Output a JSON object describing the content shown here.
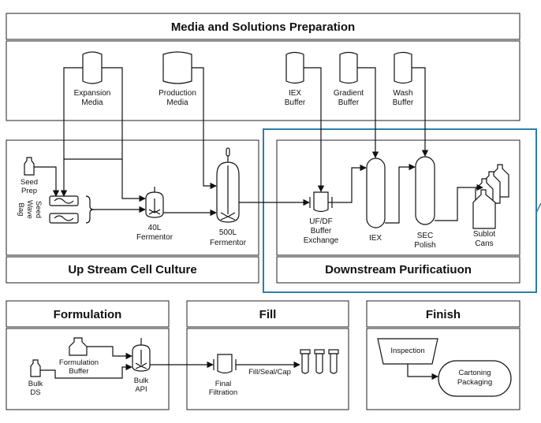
{
  "sections": {
    "media": "Media and Solutions Preparation",
    "upstream": "Up Stream Cell Culture",
    "downstream": "Downstream Purificatiuon",
    "formulation": "Formulation",
    "fill": "Fill",
    "finish": "Finish"
  },
  "media_tanks": {
    "expansion": [
      "Expansion",
      "Media"
    ],
    "production": [
      "Production",
      "Media"
    ],
    "iex": [
      "IEX",
      "Buffer"
    ],
    "gradient": [
      "Gradient",
      "Buffer"
    ],
    "wash": [
      "Wash",
      "Buffer"
    ]
  },
  "upstream": {
    "seed_prep": [
      "Seed",
      "Prep"
    ],
    "seed_wave_bag": [
      "Seed",
      "Wave",
      "Bag"
    ],
    "fermentor_40l": [
      "40L",
      "Fermentor"
    ],
    "fermentor_500l": [
      "500L",
      "Fermentor"
    ]
  },
  "downstream": {
    "ufdf": [
      "UF/DF",
      "Buffer",
      "Exchange"
    ],
    "iex": "IEX",
    "sec": [
      "SEC",
      "Polish"
    ],
    "sublot": [
      "Sublot",
      "Cans"
    ]
  },
  "formulation": {
    "formulation_buffer": [
      "Formulation",
      "Buffer"
    ],
    "bulk_ds": [
      "Bulk",
      "DS"
    ],
    "bulk_api": [
      "Bulk",
      "API"
    ]
  },
  "fill": {
    "final_filtration": [
      "Final",
      "Filtration"
    ],
    "fill_seal_cap": "Fill/Seal/Cap"
  },
  "finish": {
    "inspection": "Inspection",
    "cartoning": [
      "Cartoning",
      "Packaging"
    ]
  },
  "colors": {
    "highlight": "#2e7fa8",
    "line": "#111111"
  }
}
